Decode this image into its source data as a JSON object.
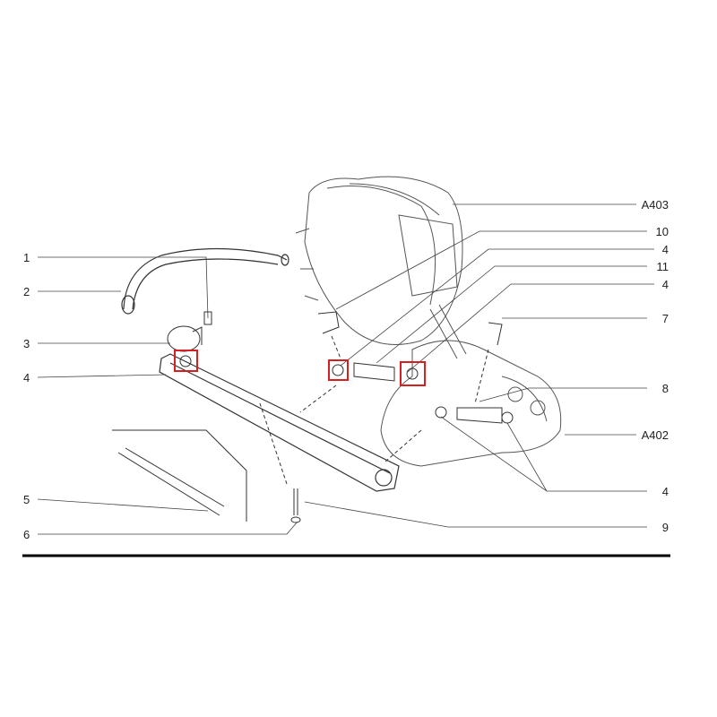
{
  "callouts_left": [
    "1",
    "2",
    "3",
    "4",
    "5",
    "6"
  ],
  "callouts_right": [
    "A403",
    "10",
    "4",
    "11",
    "4",
    "7",
    "8",
    "A402",
    "4",
    "9"
  ],
  "colors": {
    "highlight": "#d42020",
    "line": "#333333"
  }
}
